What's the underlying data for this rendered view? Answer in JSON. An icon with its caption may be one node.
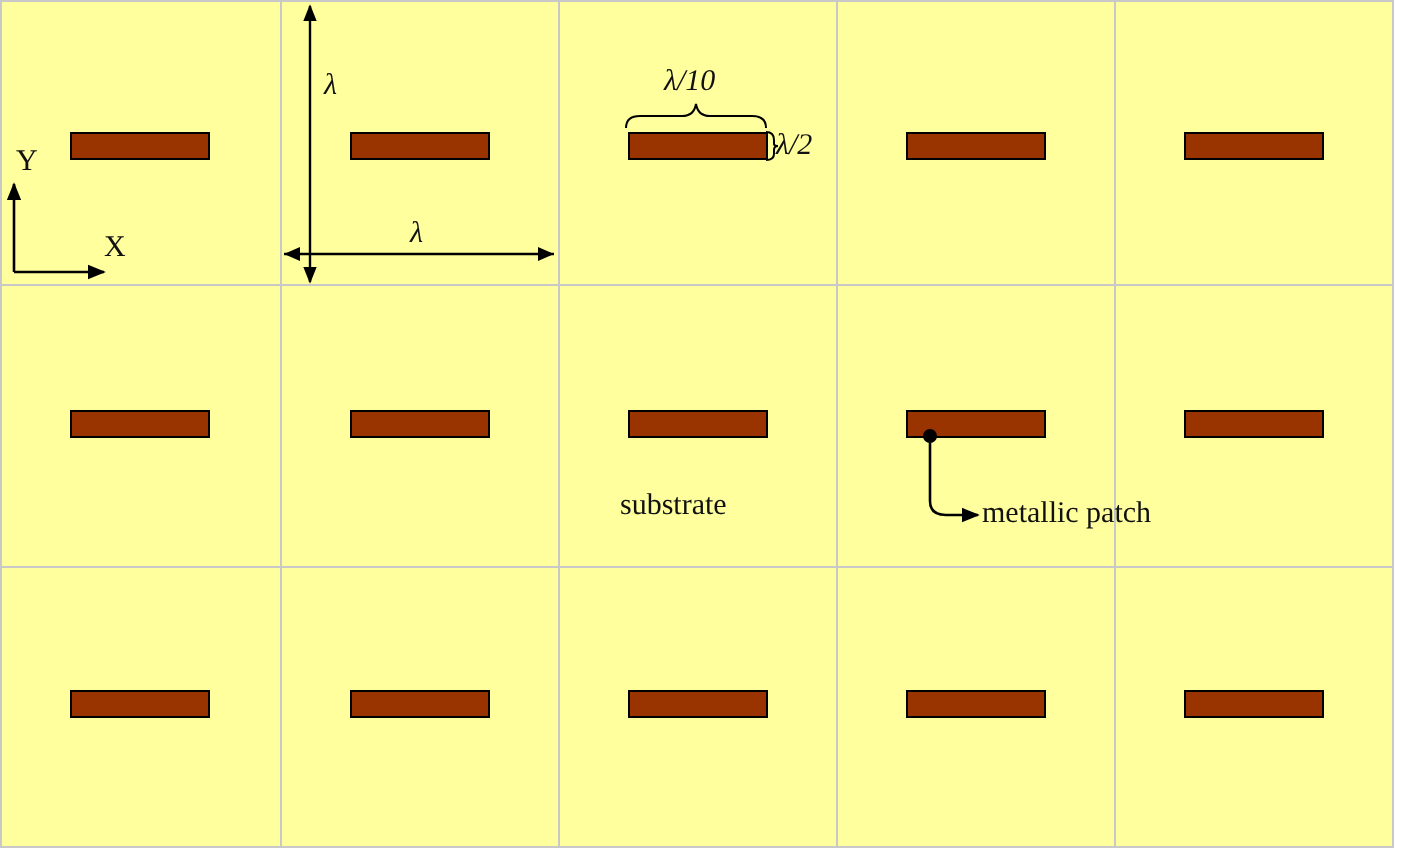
{
  "diagram": {
    "nodes": [
      {
        "text": [],
        "shape": "bar"
      },
      {
        "text": [],
        "shape": "bar"
      },
      {
        "text": [],
        "shape": "bar"
      },
      {
        "text": [],
        "shape": "bar"
      },
      {
        "text": [],
        "shape": "bar"
      },
      {
        "text": [],
        "shape": "bar"
      },
      {
        "text": [],
        "shape": "bar"
      },
      {
        "text": [],
        "shape": "bar"
      },
      {
        "text": [],
        "shape": "bar"
      },
      {
        "text": [],
        "shape": "bar"
      },
      {
        "text": [],
        "shape": "bar"
      },
      {
        "text": [],
        "shape": "bar"
      },
      {
        "text": [],
        "shape": "bar"
      },
      {
        "text": [],
        "shape": "bar"
      },
      {
        "text": [],
        "shape": "bar"
      },
      {
        "text": [
          "metallic patch"
        ]
      }
    ],
    "edges": [
      {
        "from": 8,
        "to": 15,
        "arrow": "to"
      }
    ],
    "labels": [
      "λ",
      "λ/10",
      "λ/2",
      "Y",
      "λ",
      "X",
      "substrate"
    ]
  }
}
